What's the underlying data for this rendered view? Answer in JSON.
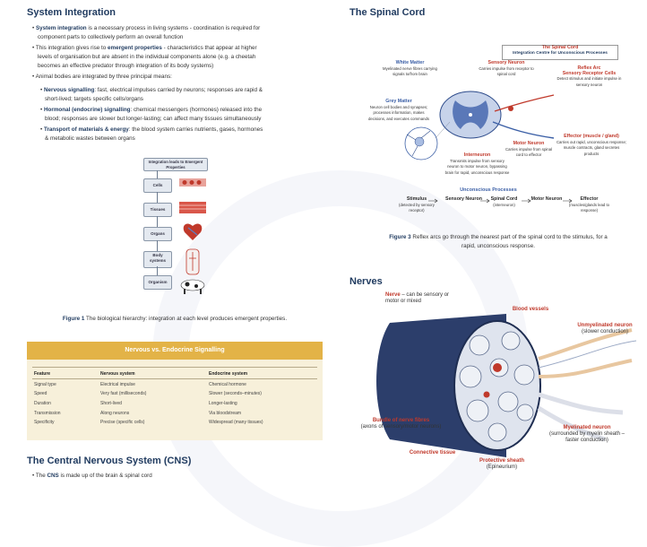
{
  "left": {
    "title": "System Integration",
    "bullets": [
      {
        "pre": "",
        "bold": "System integration",
        "post": " is a necessary process in living systems - coordination is required for"
      },
      {
        "pre": "component parts to collectively perform an overall function",
        "bold": "",
        "post": ""
      },
      {
        "pre": "This integration gives rise to ",
        "bold": "emergent properties",
        "post": " - characteristics that appear at higher"
      },
      {
        "pre": "levels of organisation but are absent in the individual components alone (e.g. a cheetah",
        "bold": "",
        "post": ""
      },
      {
        "pre": "becomes an effective predator through integration of its body systems)",
        "bold": "",
        "post": ""
      },
      {
        "pre": "Animal bodies are integrated by three principal means:",
        "bold": "",
        "post": ""
      }
    ],
    "subs": [
      {
        "bold": "Nervous signalling",
        "post": ": fast, electrical impulses carried by neurons; responses are rapid &"
      },
      {
        "bold": "",
        "post": "short-lived; targets specific cells/organs"
      },
      {
        "bold": "Hormonal (endocrine) signalling",
        "post": ": chemical messengers (hormones) released into the"
      },
      {
        "bold": "",
        "post": "blood; responses are slower but longer-lasting; can affect many tissues simultaneously"
      },
      {
        "bold": "Transport of materials & energy",
        "post": ": the blood system carries nutrients, gases, hormones"
      },
      {
        "bold": "",
        "post": "& metabolic wastes between organs"
      }
    ],
    "hierarchy": {
      "header": "Integration leads to Emergent Properties",
      "levels": [
        "Cells",
        "Tissues",
        "Organs",
        "Body systems",
        "Organism"
      ]
    },
    "figure1": {
      "label": "Figure 1",
      "text": " The biological hierarchy: integration at each level produces emergent properties."
    },
    "table": {
      "title": "Nervous vs. Endocrine Signalling",
      "headers": [
        "Feature",
        "Nervous system",
        "Endocrine system"
      ],
      "rows": [
        [
          "Signal type",
          "Electrical impulse",
          "Chemical hormone"
        ],
        [
          "Speed",
          "Very fast (milliseconds)",
          "Slower (seconds–minutes)"
        ],
        [
          "Duration",
          "Short-lived",
          "Longer-lasting"
        ],
        [
          "Transmission",
          "Along neurons",
          "Via bloodstream"
        ],
        [
          "Specificity",
          "Precise (specific cells)",
          "Widespread (many tissues)"
        ]
      ]
    },
    "cns": {
      "title": "The Central Nervous System (CNS)",
      "bullet_pre": "The ",
      "bullet_bold": "CNS",
      "bullet_post": " is made up of the brain & spinal cord"
    }
  },
  "right": {
    "spinal": {
      "title": "The Spinal Cord",
      "box_title": "The Spinal Cord",
      "box_sub": "Integration Centre for Unconscious Processes",
      "white_matter": {
        "title": "White Matter",
        "desc": "Myelinated nerve fibres carrying signals to/from brain"
      },
      "grey_matter": {
        "title": "Grey Matter",
        "desc": "Neuron cell bodies and synapses; processes information, makes decisions, and executes commands"
      },
      "sensory": {
        "title": "Sensory Neuron",
        "desc": "Carries impulse from receptor to spinal cord"
      },
      "reflex": {
        "title": "Reflex Arc",
        "subtitle": "Sensory Receptor Cells",
        "desc": "Detect stimulus and initiate impulse in sensory neuron"
      },
      "effector": {
        "title": "Effector (muscle / gland)",
        "desc": "Carries out rapid, unconscious response; muscle contracts, gland secretes products"
      },
      "motor": {
        "title": "Motor Neuron",
        "desc": "Carries impulse from spinal cord to effector"
      },
      "inter": {
        "title": "Interneuron",
        "desc": "Transmits impulse from sensory neuron to motor neuron, bypassing brain for rapid, unconscious response"
      },
      "process_title": "Unconscious Processes",
      "flow": [
        {
          "label": "Stimulus",
          "sub": "(detected by sensory receptor)"
        },
        {
          "label": "Sensory Neuron",
          "sub": ""
        },
        {
          "label": "Spinal Cord",
          "sub": "(interneuron)"
        },
        {
          "label": "Motor Neuron",
          "sub": ""
        },
        {
          "label": "Effector",
          "sub": "(muscles/glands lead to response)"
        }
      ],
      "figure3": {
        "label": "Figure 3",
        "text": " Reflex arcs go through the nearest part of the spinal cord to the stimulus, for a",
        "text2": "rapid, unconscious response."
      }
    },
    "nerves": {
      "title": "Nerves",
      "nerve_label_bold": "Nerve",
      "nerve_label_rest": " – can be sensory or",
      "nerve_label_2": "motor or mixed",
      "blood_vessels": "Blood vessels",
      "unmyelinated": "Unmyelinated neuron",
      "unmyelinated_sub": "(slower conduction)",
      "bundle": "Bundle of nerve fibres",
      "bundle_sub": "(axons of sensory/motor neurons)",
      "myelinated": "Myelinated neuron",
      "myelinated_sub": "(surrounded by myelin sheath –",
      "myelinated_sub2": "faster conduction)",
      "connective": "Connective tissue",
      "protective": "Protective sheath",
      "protective_sub": "(Epineurium)"
    }
  }
}
